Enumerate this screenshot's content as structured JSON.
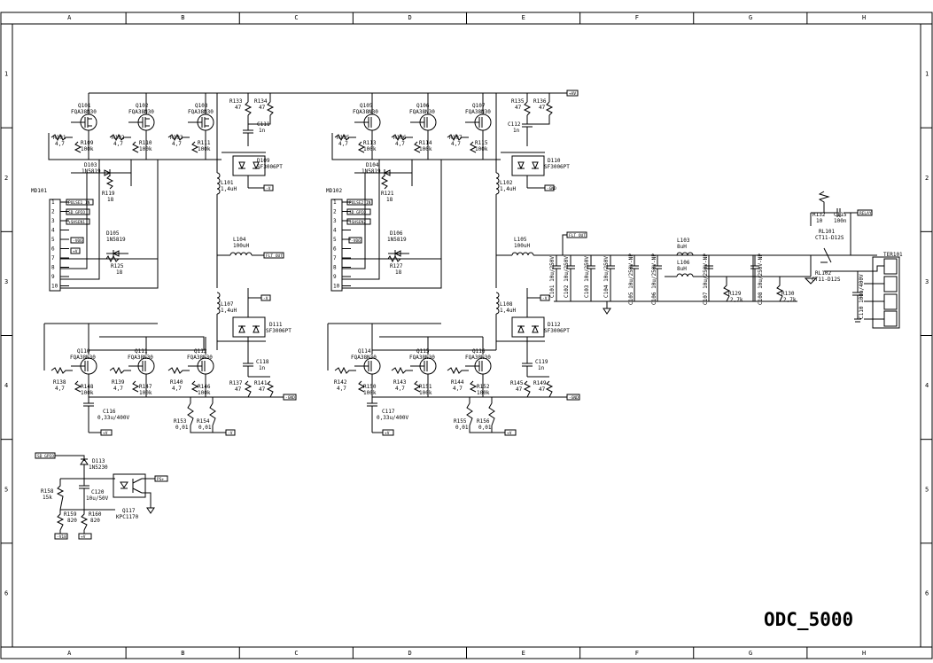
{
  "title_block": {
    "drawing_title": "ODC_5000"
  },
  "border": {
    "col_zones": [
      "A",
      "B",
      "C",
      "D",
      "E",
      "F",
      "G",
      "H"
    ],
    "row_zones": [
      "1",
      "2",
      "3",
      "4",
      "5",
      "6"
    ]
  },
  "connectors": {
    "md101": {
      "ref": "MD101",
      "pins": [
        "1",
        "2",
        "3",
        "4",
        "5",
        "6",
        "7",
        "8",
        "9",
        "10"
      ],
      "nets": [
        "PULSE1_IN",
        "SD_GPIO",
        "+SHSEN1",
        "-V06",
        "+V"
      ]
    },
    "md102": {
      "ref": "MD102",
      "pins": [
        "1",
        "2",
        "3",
        "4",
        "5",
        "6",
        "7",
        "8",
        "9",
        "10"
      ],
      "nets": [
        "PULSE2_IN",
        "SD_GPIO",
        "+SHSEN2",
        "-V06"
      ]
    },
    "ter101": {
      "ref": "TER101"
    }
  },
  "net_labels": {
    "hv": "+HV",
    "flt_out": "FLT_OUT",
    "flt_out2": "FLT_OUT",
    "relay": "RELAY",
    "gnd_a": "-V",
    "gnd_b": "-V",
    "pw_a": "-GND",
    "pw_b": "-GND",
    "out_a": "-V",
    "out_b": "-V",
    "opt_in": "SD_GPIO",
    "opt_out": "PS+",
    "v18a": "-V18",
    "gnd_c": "-GND",
    "q_src_a": "+V",
    "q_src_b": "+V",
    "q_src_c": "+V",
    "q_src_d": "+V"
  },
  "components": {
    "q101": {
      "ref": "Q101",
      "part": "FQA38N30"
    },
    "q102": {
      "ref": "Q102",
      "part": "FQA38N30"
    },
    "q103": {
      "ref": "Q103",
      "part": "FQA38N30"
    },
    "q105": {
      "ref": "Q105",
      "part": "FQA38N30"
    },
    "q106": {
      "ref": "Q106",
      "part": "FQA38N30"
    },
    "q107": {
      "ref": "Q107",
      "part": "FQA38N30"
    },
    "q110": {
      "ref": "Q110",
      "part": "FQA38N30"
    },
    "q111": {
      "ref": "Q111",
      "part": "FQA38N30"
    },
    "q112": {
      "ref": "Q112",
      "part": "FQA38N30"
    },
    "q114": {
      "ref": "Q114",
      "part": "FQA38N30"
    },
    "q115": {
      "ref": "Q115",
      "part": "FQA38N30"
    },
    "q116": {
      "ref": "Q116",
      "part": "FQA38N30"
    },
    "q117": {
      "ref": "Q117",
      "part": "KPC1170"
    },
    "r101": {
      "ref": "R101",
      "value": "4,7"
    },
    "r109": {
      "ref": "R109",
      "value": "100k"
    },
    "r102": {
      "ref": "R102",
      "value": "4,7"
    },
    "r110": {
      "ref": "R110",
      "value": "100k"
    },
    "r103": {
      "ref": "R103",
      "value": "4,7"
    },
    "r111": {
      "ref": "R111",
      "value": "100k"
    },
    "r133": {
      "ref": "R133",
      "value": "47"
    },
    "r134": {
      "ref": "R134",
      "value": "47"
    },
    "c111": {
      "ref": "C111",
      "value": "1n"
    },
    "d109": {
      "ref": "D109",
      "part": "SF3006PT"
    },
    "d103": {
      "ref": "D103",
      "part": "1N5819"
    },
    "r119": {
      "ref": "R119",
      "value": "18"
    },
    "l101": {
      "ref": "L101",
      "value": "1,4uH"
    },
    "d105": {
      "ref": "D105",
      "part": "1N5819"
    },
    "r125": {
      "ref": "R125",
      "value": "18"
    },
    "l104": {
      "ref": "L104",
      "value": "100uH"
    },
    "l107": {
      "ref": "L107",
      "value": "1,4uH"
    },
    "d111": {
      "ref": "D111",
      "part": "SF3006PT"
    },
    "c118": {
      "ref": "C118",
      "value": "1n"
    },
    "r138": {
      "ref": "R138",
      "value": "4,7"
    },
    "r148": {
      "ref": "R148",
      "value": "100k"
    },
    "r139": {
      "ref": "R139",
      "value": "4,7"
    },
    "r147": {
      "ref": "R147",
      "value": "100k"
    },
    "r140": {
      "ref": "R140",
      "value": "4,7"
    },
    "r146": {
      "ref": "R146",
      "value": "100k"
    },
    "r137": {
      "ref": "R137",
      "value": "47"
    },
    "r141": {
      "ref": "R141",
      "value": "47"
    },
    "c116": {
      "ref": "C116",
      "value": "0,33u/400V"
    },
    "r153": {
      "ref": "R153",
      "value": "0,01"
    },
    "r154": {
      "ref": "R154",
      "value": "0,01"
    },
    "r105": {
      "ref": "R105",
      "value": "4,7"
    },
    "r113": {
      "ref": "R113",
      "value": "100k"
    },
    "r106": {
      "ref": "R106",
      "value": "4,7"
    },
    "r114": {
      "ref": "R114",
      "value": "100k"
    },
    "r107": {
      "ref": "R107",
      "value": "4,7"
    },
    "r115": {
      "ref": "R115",
      "value": "100k"
    },
    "r135": {
      "ref": "R135",
      "value": "47"
    },
    "r136": {
      "ref": "R136",
      "value": "47"
    },
    "c112": {
      "ref": "C112",
      "value": "1n"
    },
    "d110": {
      "ref": "D110",
      "part": "SF3006PT"
    },
    "d104": {
      "ref": "D104",
      "part": "1N5819"
    },
    "r121": {
      "ref": "R121",
      "value": "18"
    },
    "l102": {
      "ref": "L102",
      "value": "1,4uH"
    },
    "d106": {
      "ref": "D106",
      "part": "1N5819"
    },
    "r127": {
      "ref": "R127",
      "value": "18"
    },
    "l105": {
      "ref": "L105",
      "value": "100uH"
    },
    "l108": {
      "ref": "L108",
      "value": "1,4uH"
    },
    "d112": {
      "ref": "D112",
      "part": "SF3006PT"
    },
    "c119": {
      "ref": "C119",
      "value": "1n"
    },
    "r142": {
      "ref": "R142",
      "value": "4,7"
    },
    "r150": {
      "ref": "R150",
      "value": "100k"
    },
    "r143": {
      "ref": "R143",
      "value": "4,7"
    },
    "r151": {
      "ref": "R151",
      "value": "100k"
    },
    "r144": {
      "ref": "R144",
      "value": "4,7"
    },
    "r152": {
      "ref": "R152",
      "value": "100k"
    },
    "r145": {
      "ref": "R145",
      "value": "47"
    },
    "r149": {
      "ref": "R149",
      "value": "47"
    },
    "c117": {
      "ref": "C117",
      "value": "0,33u/400V"
    },
    "r155": {
      "ref": "R155",
      "value": "0,01"
    },
    "r156": {
      "ref": "R156",
      "value": "0,01"
    },
    "c101": {
      "ref": "C101",
      "value": "10u/250V"
    },
    "c102": {
      "ref": "C102",
      "value": "10u/250V"
    },
    "c103": {
      "ref": "C103",
      "value": "10u/250V"
    },
    "c104": {
      "ref": "C104",
      "value": "10u/250V"
    },
    "c105": {
      "ref": "C105",
      "value": "10u/250V-NP"
    },
    "c106": {
      "ref": "C106",
      "value": "10u/250V-NP"
    },
    "l103": {
      "ref": "L103",
      "value": "8uH"
    },
    "l106": {
      "ref": "L106",
      "value": "8uH"
    },
    "c107": {
      "ref": "C107",
      "value": "10u/250V-NP"
    },
    "r129": {
      "ref": "R129",
      "value": "2,7k"
    },
    "c108": {
      "ref": "C108",
      "value": "10u/250V-NP"
    },
    "r130": {
      "ref": "R130",
      "value": "2,7k"
    },
    "r132": {
      "ref": "R132",
      "value": "10"
    },
    "c115": {
      "ref": "C115",
      "value": "100n"
    },
    "rl101": {
      "ref": "RL101",
      "part": "CT11-D12S"
    },
    "rl102": {
      "ref": "RL102",
      "part": "CT11-D12S"
    },
    "c110": {
      "ref": "C110",
      "value": "100n/400V"
    },
    "d113": {
      "ref": "D113",
      "part": "1N5230"
    },
    "r158": {
      "ref": "R158",
      "value": "15k"
    },
    "c120": {
      "ref": "C120",
      "value": "10u/50V"
    },
    "r159": {
      "ref": "R159",
      "value": "820"
    },
    "r160": {
      "ref": "R160",
      "value": "820"
    }
  }
}
